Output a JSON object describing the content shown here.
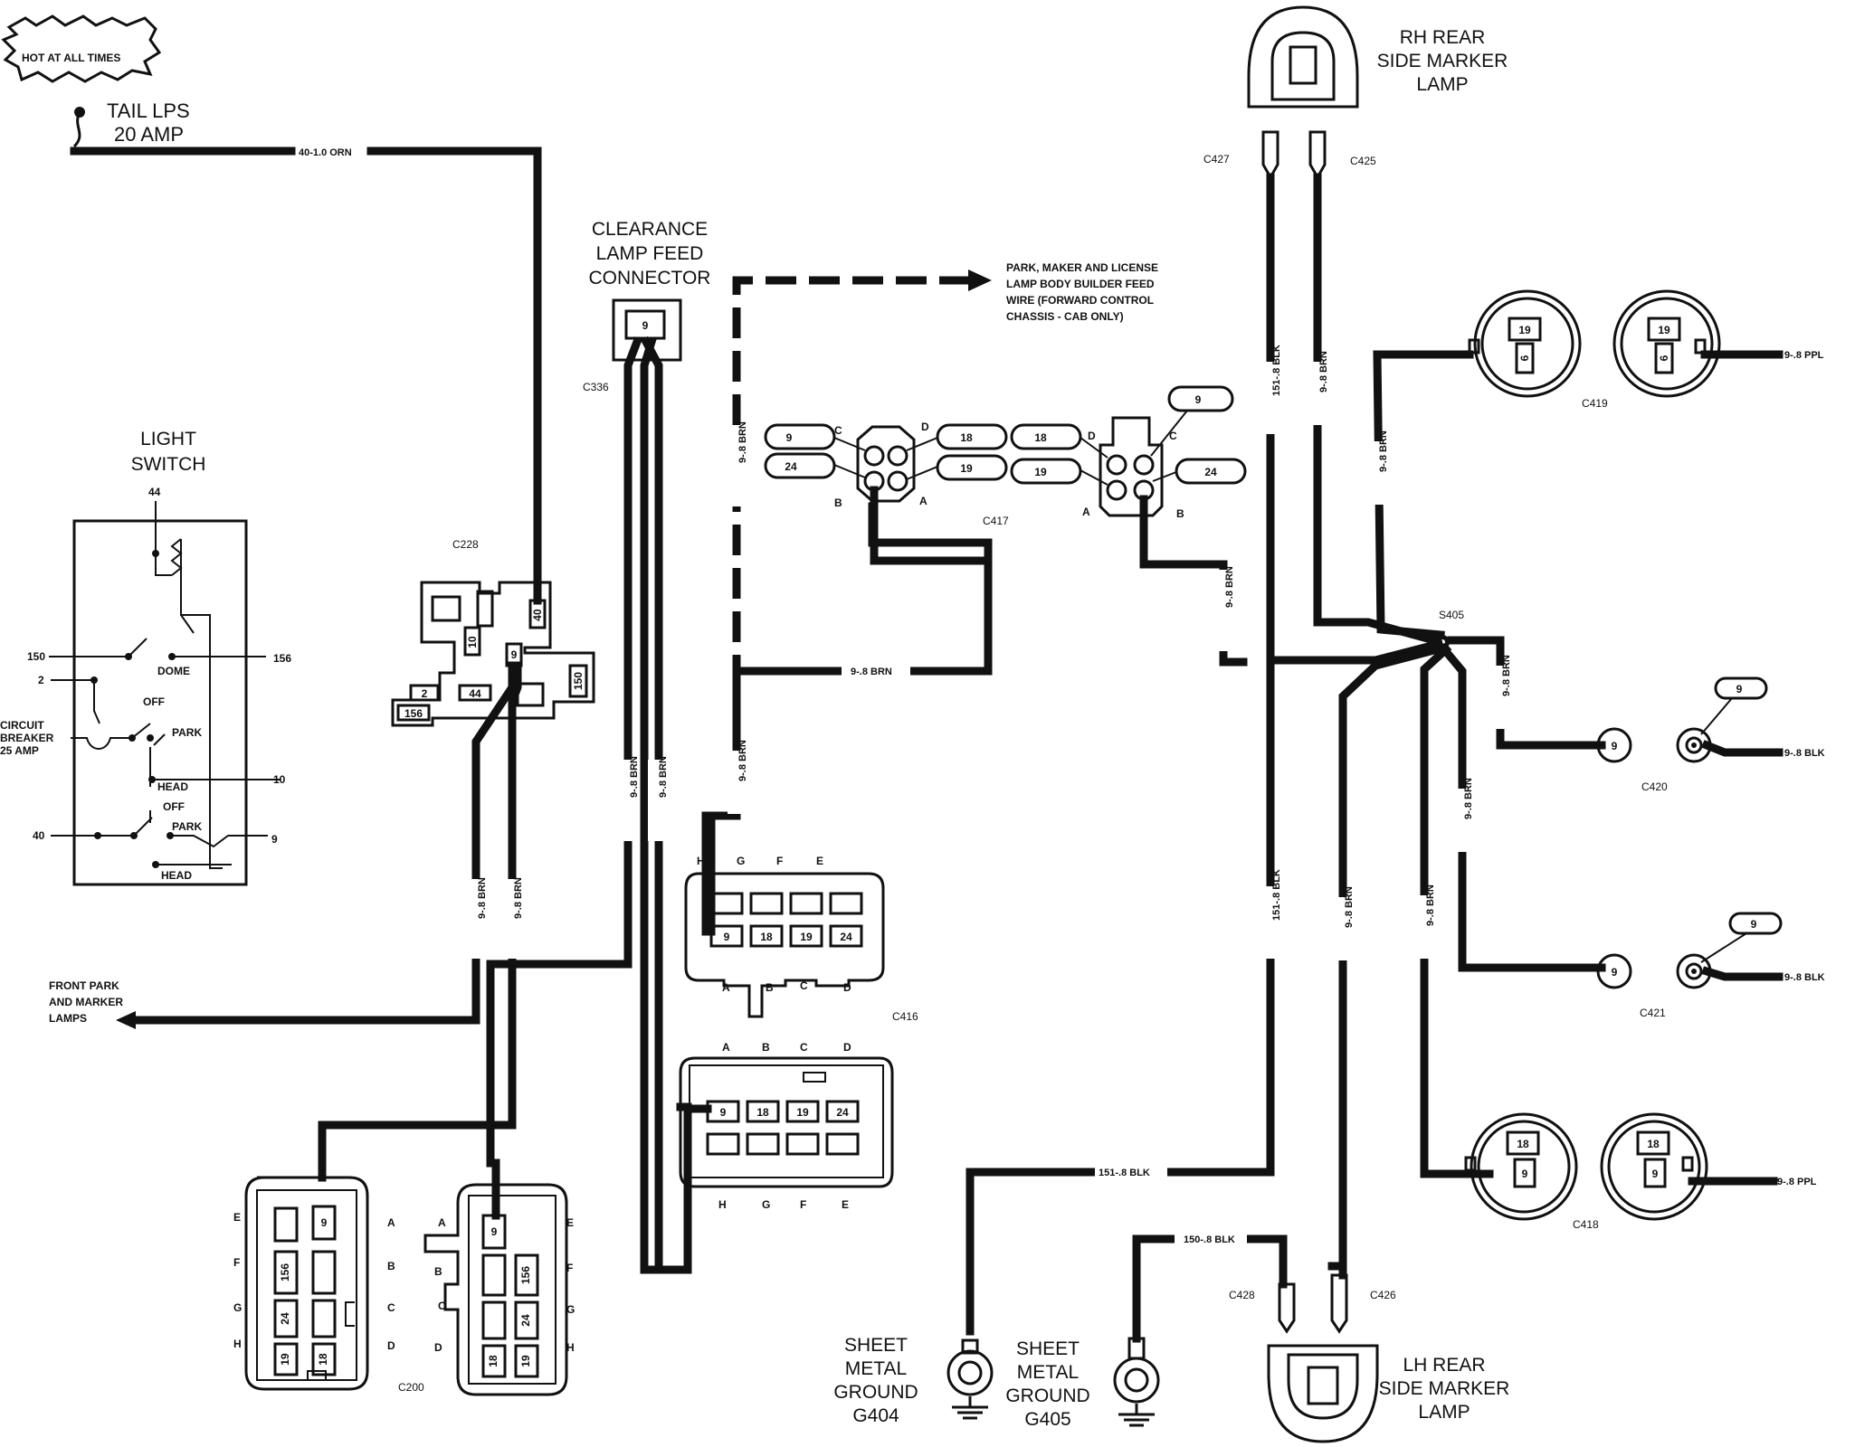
{
  "hot_label": "HOT AT ALL TIMES",
  "fuse": {
    "line1": "TAIL LPS",
    "line2": "20 AMP"
  },
  "light_switch": {
    "title_line1": "LIGHT",
    "title_line2": "SWITCH",
    "terminals": {
      "t44": "44",
      "t150": "150",
      "t156": "156",
      "t2": "2",
      "t10": "10",
      "t40": "40",
      "t9": "9"
    },
    "labels": {
      "dome": "DOME",
      "off1": "OFF",
      "park1": "PARK",
      "head1": "HEAD",
      "off2": "OFF",
      "park2": "PARK",
      "head2": "HEAD"
    },
    "breaker_line1": "CIRCUIT",
    "breaker_line2": "BREAKER",
    "breaker_line3": "25 AMP"
  },
  "connectors": {
    "c228": "C228",
    "c336": "C336",
    "c417": "C417",
    "c416": "C416",
    "c200": "C200",
    "c427": "C427",
    "c425": "C425",
    "c419": "C419",
    "c420": "C420",
    "c421": "C421",
    "c418": "C418",
    "c428": "C428",
    "c426": "C426",
    "s405": "S405"
  },
  "clearance": {
    "line1": "CLEARANCE",
    "line2": "LAMP FEED",
    "line3": "CONNECTOR"
  },
  "body_builder": {
    "line1": "PARK, MAKER AND LICENSE",
    "line2": "LAMP BODY BUILDER FEED",
    "line3": "WIRE (FORWARD CONTROL",
    "line4": "CHASSIS - CAB ONLY)"
  },
  "front_park": {
    "line1": "FRONT PARK",
    "line2": "AND MARKER",
    "line3": "LAMPS"
  },
  "rh_marker": {
    "line1": "RH REAR",
    "line2": "SIDE MARKER",
    "line3": "LAMP"
  },
  "lh_marker": {
    "line1": "LH REAR",
    "line2": "SIDE MARKER",
    "line3": "LAMP"
  },
  "g404": {
    "line1": "SHEET",
    "line2": "METAL",
    "line3": "GROUND",
    "line4": "G404"
  },
  "g405": {
    "line1": "SHEET",
    "line2": "METAL",
    "line3": "GROUND",
    "line4": "G405"
  },
  "wires": {
    "orn": "40-1.0 ORN",
    "brn": "9-.8 BRN",
    "blk151": "151-.8 BLK",
    "blk150": "150-.8 BLK",
    "blk9": "9-.8 BLK",
    "ppl9": "9-.8 PPL"
  },
  "c228_pins": {
    "p40": "40",
    "p10": "10",
    "p9": "9",
    "p2": "2",
    "p44": "44",
    "p150": "150",
    "p156": "156"
  },
  "c336_pins": {
    "p9": "9"
  },
  "c417_pins": {
    "p9": "9",
    "p24": "24",
    "p18": "18",
    "p19": "19",
    "lc": "C",
    "ld": "D",
    "lb": "B",
    "la": "A"
  },
  "c416_pins": {
    "top_letters": [
      "H",
      "G",
      "F",
      "E"
    ],
    "bottom_letters": [
      "A",
      "B",
      "C",
      "D"
    ],
    "row": [
      "9",
      "18",
      "19",
      "24"
    ]
  },
  "c416b_pins": {
    "top_letters": [
      "A",
      "B",
      "C",
      "D"
    ],
    "bottom_letters": [
      "H",
      "G",
      "F",
      "E"
    ],
    "row": [
      "9",
      "18",
      "19",
      "24"
    ]
  },
  "c200_pins": {
    "left_letters_out": [
      "E",
      "F",
      "G",
      "H"
    ],
    "left_letters_in": [
      "A",
      "B",
      "C",
      "D"
    ],
    "right_letters_in": [
      "A",
      "B",
      "C",
      "D"
    ],
    "right_letters_out": [
      "E",
      "F",
      "G",
      "H"
    ],
    "p9": "9",
    "p156": "156",
    "p24": "24",
    "p19": "19",
    "p18": "18"
  },
  "lamp_sockets": {
    "c419_19": "19",
    "c419_6": "6",
    "c418_18": "18",
    "c418_9": "9",
    "c420_9": "9",
    "c421_9": "9"
  }
}
